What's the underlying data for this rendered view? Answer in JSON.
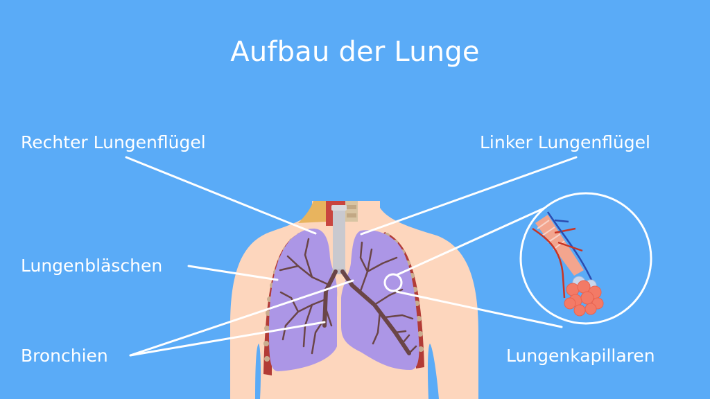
{
  "title": "Aufbau der Lunge",
  "labels": {
    "right_lung": "Rechter Lungenflügel",
    "left_lung": "Linker Lungenflügel",
    "alveoli": "Lungenbläschen",
    "bronchi": "Bronchien",
    "capillaries": "Lungenkapillaren"
  },
  "colors": {
    "background": "#5aabf7",
    "skin": "#fdd6bd",
    "lung": "#ac96e6",
    "bronchi_branches": "#6a4547",
    "trachea": "#c9c9cf",
    "ribs_muscle": "#b23b36",
    "rib_bone": "#c9ad8f",
    "alveoli_cluster": "#f37a66",
    "vein": "#2a4cb0",
    "artery": "#c83424",
    "leader_line": "#ffffff"
  }
}
